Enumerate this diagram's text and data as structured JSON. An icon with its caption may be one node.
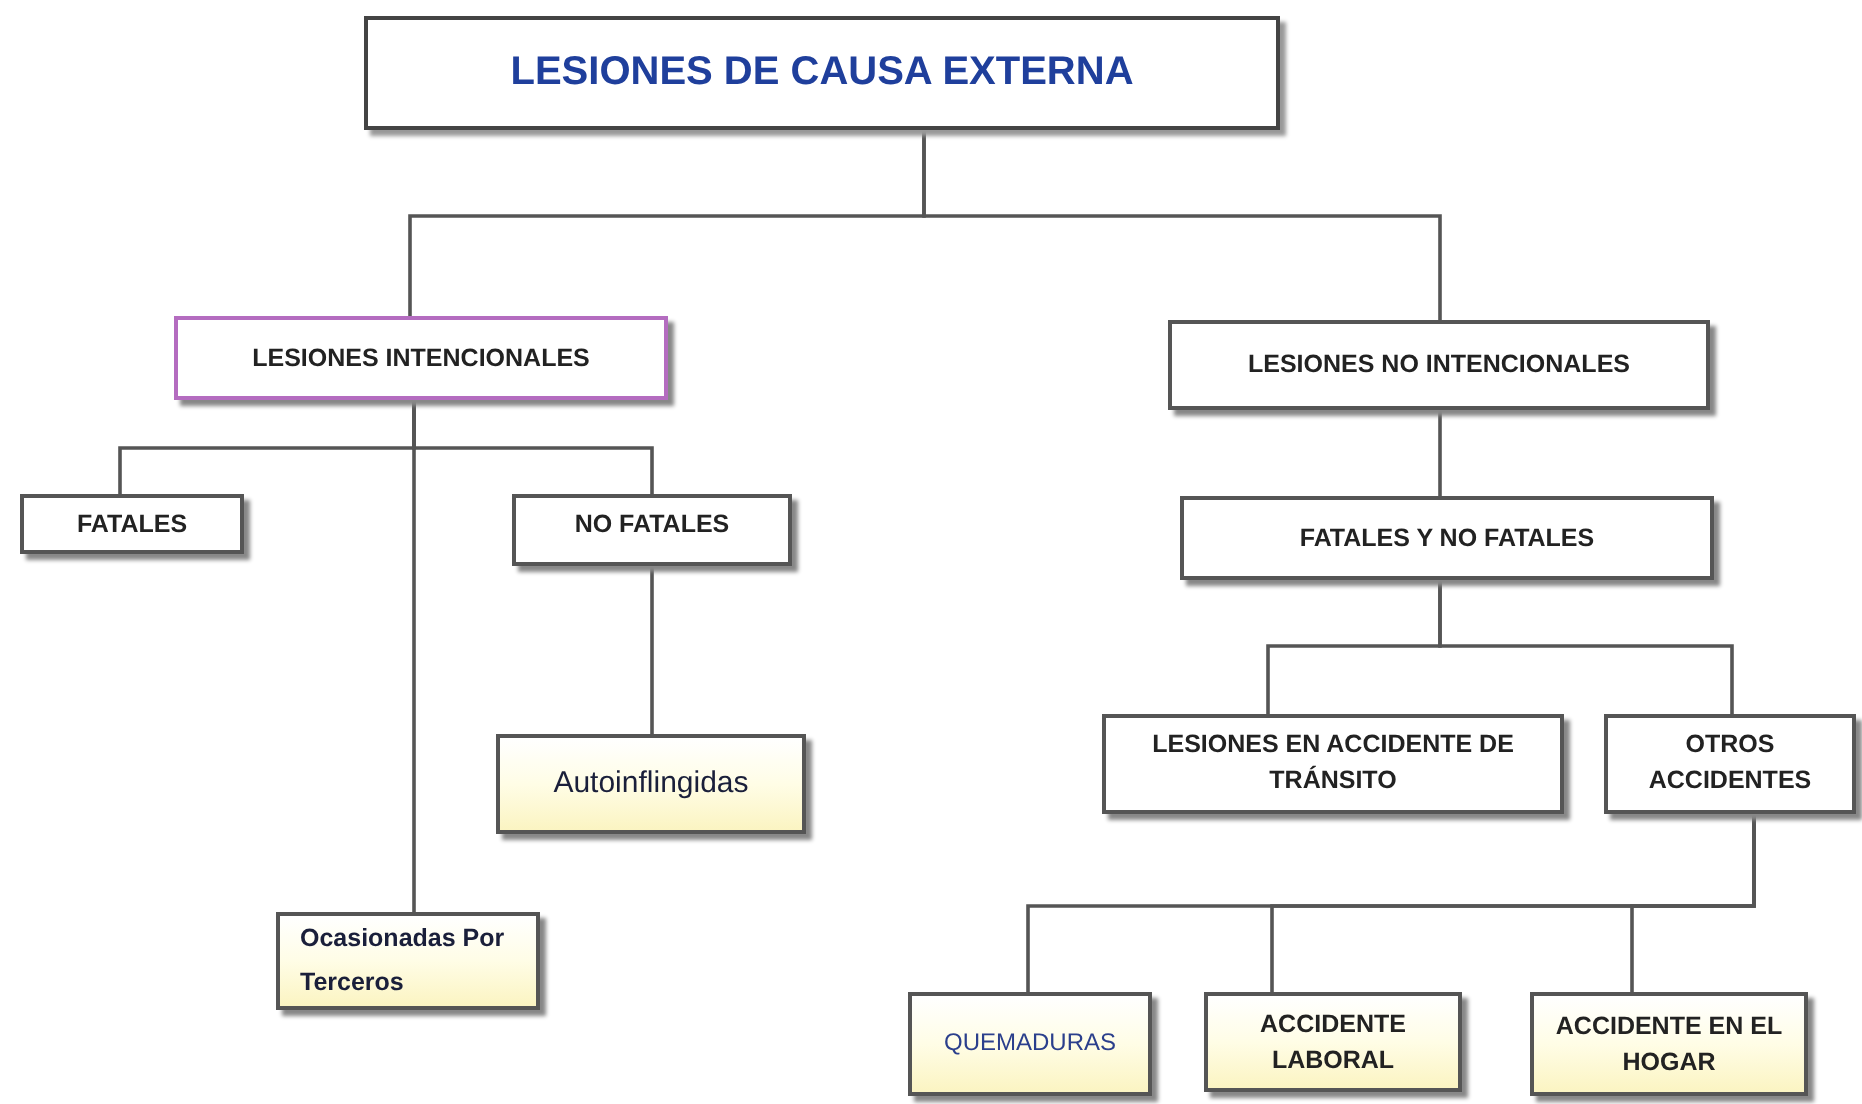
{
  "diagram": {
    "nodes": [
      {
        "text": [
          "LESIONES DE CAUSA EXTERNA"
        ]
      },
      {
        "text": [
          "LESIONES INTENCIONALES"
        ]
      },
      {
        "text": [
          "LESIONES NO INTENCIONALES"
        ]
      },
      {
        "text": [
          "FATALES"
        ]
      },
      {
        "text": [
          "NO FATALES"
        ]
      },
      {
        "text": [
          "FATALES Y NO FATALES"
        ]
      },
      {
        "text": [
          "Autoinflingidas"
        ]
      },
      {
        "text": [
          "Ocasionadas Por Terceros"
        ]
      },
      {
        "text": [
          "LESIONES EN ACCIDENTE DE TRÁNSITO"
        ]
      },
      {
        "text": [
          "OTROS ACCIDENTES"
        ]
      },
      {
        "text": [
          "QUEMADURAS"
        ]
      },
      {
        "text": [
          "ACCIDENTE LABORAL"
        ]
      },
      {
        "text": [
          "ACCIDENTE EN EL HOGAR"
        ]
      }
    ],
    "edges": [
      {
        "from": 0,
        "to": 1,
        "arrow": "none"
      },
      {
        "from": 0,
        "to": 2,
        "arrow": "none"
      },
      {
        "from": 1,
        "to": 3,
        "arrow": "none"
      },
      {
        "from": 1,
        "to": 4,
        "arrow": "none"
      },
      {
        "from": 1,
        "to": 7,
        "arrow": "none"
      },
      {
        "from": 4,
        "to": 6,
        "arrow": "none"
      },
      {
        "from": 2,
        "to": 5,
        "arrow": "none"
      },
      {
        "from": 5,
        "to": 8,
        "arrow": "none"
      },
      {
        "from": 5,
        "to": 9,
        "arrow": "none"
      },
      {
        "from": 9,
        "to": 10,
        "arrow": "none"
      },
      {
        "from": 9,
        "to": 11,
        "arrow": "none"
      },
      {
        "from": 9,
        "to": 12,
        "arrow": "none"
      }
    ]
  }
}
